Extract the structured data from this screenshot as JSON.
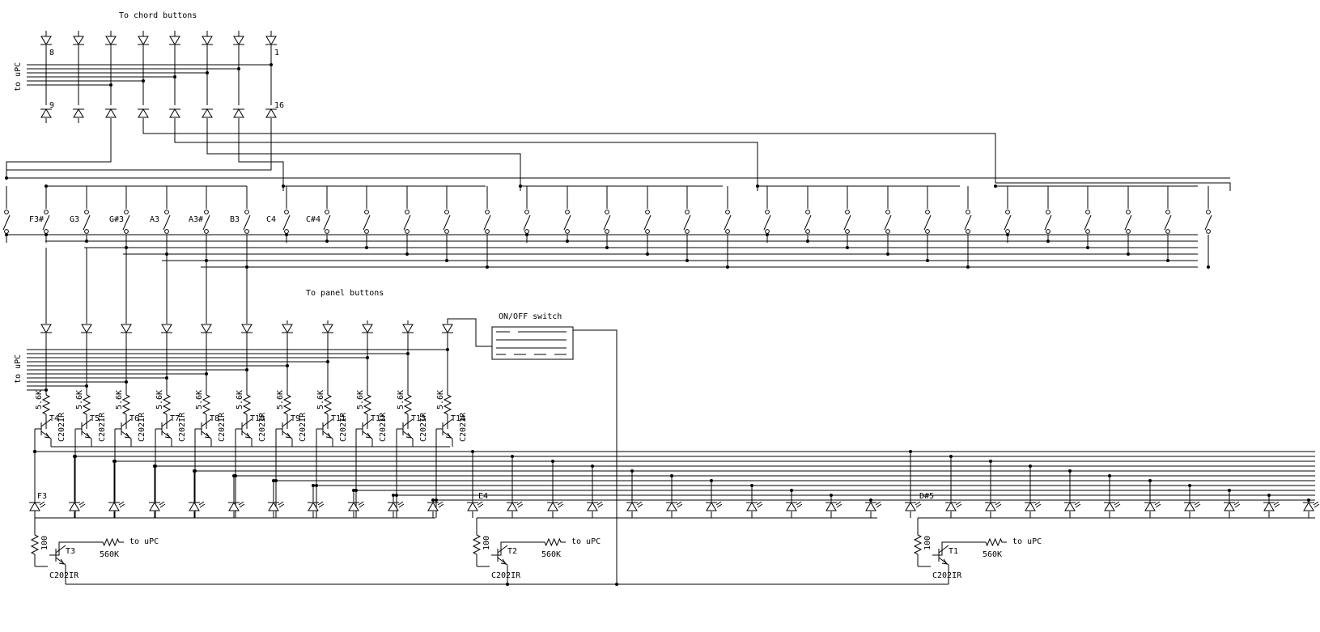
{
  "headings": {
    "chord_buttons": "To chord buttons",
    "panel_buttons": "To panel buttons",
    "switch": "ON/OFF switch"
  },
  "upc_bus_label": "to uPC",
  "diode_matrix_labels": {
    "top_first": "8",
    "top_last": "1",
    "bottom_first": "9",
    "bottom_last": "16"
  },
  "key_labels": [
    "F3#",
    "G3",
    "G#3",
    "A3",
    "A3#",
    "B3",
    "C4",
    "C#4"
  ],
  "driver_resistor": "5.6K",
  "driver_transistors": [
    "T4",
    "T5",
    "T6",
    "T7",
    "T8",
    "T10",
    "T9",
    "T11",
    "T12",
    "T13",
    "T14"
  ],
  "transistor_part": "C202IR",
  "led_group_labels": [
    "F3",
    "E4",
    "D#5"
  ],
  "common_drivers": [
    {
      "resistor": "100",
      "transistor": "T3",
      "base_resistor": "560K",
      "part": "C202IR",
      "signal": "to uPC"
    },
    {
      "resistor": "100",
      "transistor": "T2",
      "base_resistor": "560K",
      "part": "C202IR",
      "signal": "to uPC"
    },
    {
      "resistor": "100",
      "transistor": "T1",
      "base_resistor": "560K",
      "part": "C202IR",
      "signal": "to uPC"
    }
  ],
  "colors": {
    "ink": "#000000",
    "background": "#ffffff"
  }
}
